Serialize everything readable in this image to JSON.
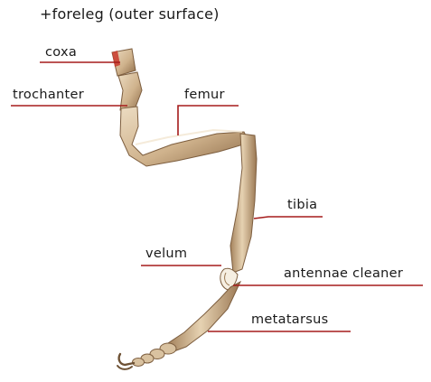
{
  "title": "+foreleg (outer surface)",
  "labels": {
    "coxa": "coxa",
    "trochanter": "trochanter",
    "femur": "femur",
    "tibia": "tibia",
    "velum": "velum",
    "antennae_cleaner": "antennae cleaner",
    "metatarsus": "metatarsus"
  },
  "colors": {
    "leader_line": "#a51b1b",
    "leg_light": "#e7d2b3",
    "leg_mid": "#c9ab84",
    "leg_dark": "#8c6a47",
    "coxa_accent": "#c8382a"
  }
}
